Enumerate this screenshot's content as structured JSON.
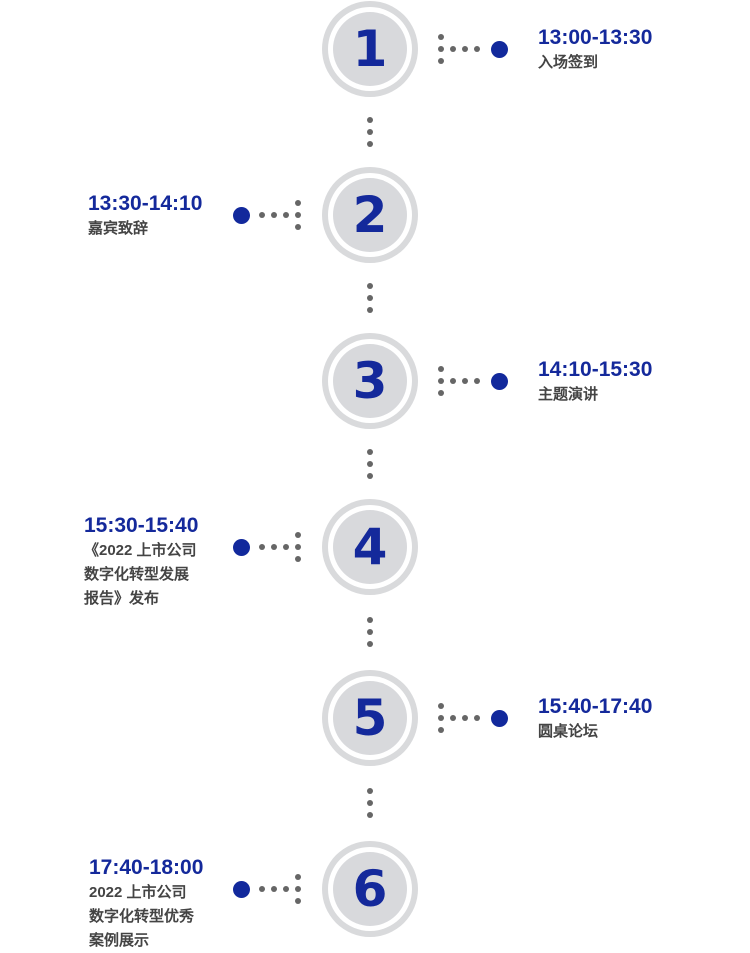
{
  "colors": {
    "accent": "#14299b",
    "ring": "#d9dadc",
    "dots": "#666666"
  },
  "items": [
    {
      "number": "1",
      "time": "13:00-13:30",
      "desc": [
        "入场签到"
      ]
    },
    {
      "number": "2",
      "time": "13:30-14:10",
      "desc": [
        "嘉宾致辞"
      ]
    },
    {
      "number": "3",
      "time": "14:10-15:30",
      "desc": [
        "主题演讲"
      ]
    },
    {
      "number": "4",
      "time": "15:30-15:40",
      "desc": [
        "《2022 上市公司",
        "数字化转型发展",
        "报告》发布"
      ]
    },
    {
      "number": "5",
      "time": "15:40-17:40",
      "desc": [
        "圆桌论坛"
      ]
    },
    {
      "number": "6",
      "time": "17:40-18:00",
      "desc": [
        "2022 上市公司",
        "数字化转型优秀",
        "案例展示"
      ]
    }
  ]
}
